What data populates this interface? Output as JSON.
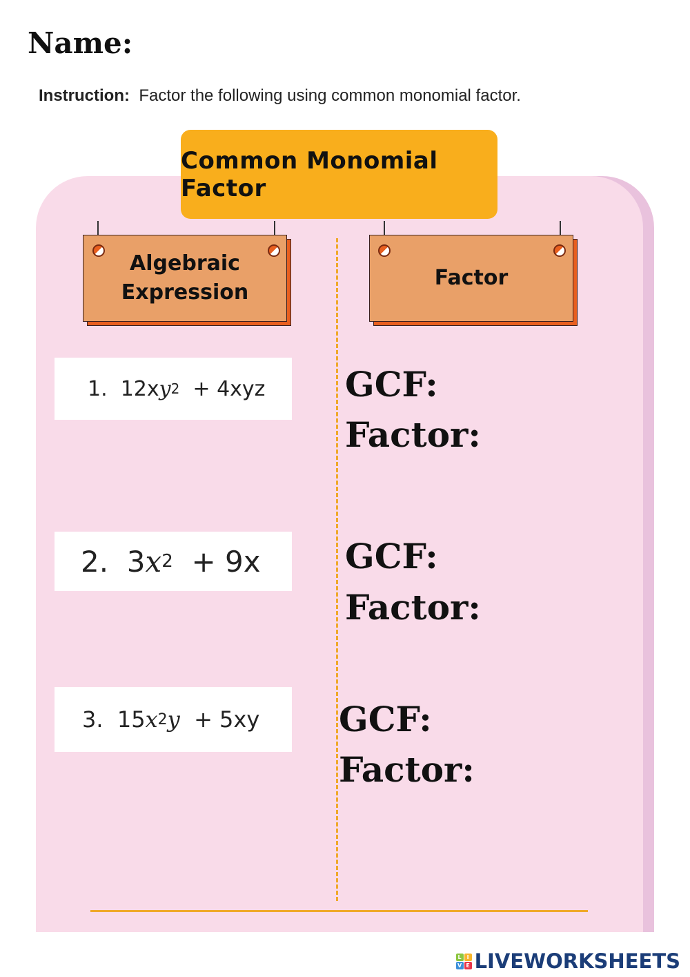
{
  "header": {
    "name_label": "Name:",
    "instruction_label": "Instruction:",
    "instruction_text": "Factor the following using common monomial factor."
  },
  "title": "Common Monomial Factor",
  "columns": {
    "left_line1": "Algebraic",
    "left_line2": "Expression",
    "right": "Factor"
  },
  "items": [
    {
      "number": "1.",
      "coef": "12x",
      "var": "y",
      "exp": "2",
      "rest": "+ 4xyz",
      "gcf_label": "GCF:",
      "factor_label": "Factor:"
    },
    {
      "number": "2.",
      "coef": "3",
      "var": "x",
      "exp": "2",
      "rest": "+ 9x",
      "gcf_label": "GCF:",
      "factor_label": "Factor:"
    },
    {
      "number": "3.",
      "coef": "15",
      "var": "x",
      "exp": "2",
      "var2": "y",
      "rest": "+ 5xy",
      "gcf_label": "GCF:",
      "factor_label": "Factor:"
    }
  ],
  "logo": {
    "text": "LIVEWORKSHEETS",
    "tiles": [
      "L",
      "I",
      "V",
      "E"
    ]
  },
  "colors": {
    "panel": "#f9dbe9",
    "title_bg": "#f9ae1c",
    "card": "#e9a068",
    "card_shadow": "#e85f1f",
    "accent_line": "#f0a92a"
  }
}
